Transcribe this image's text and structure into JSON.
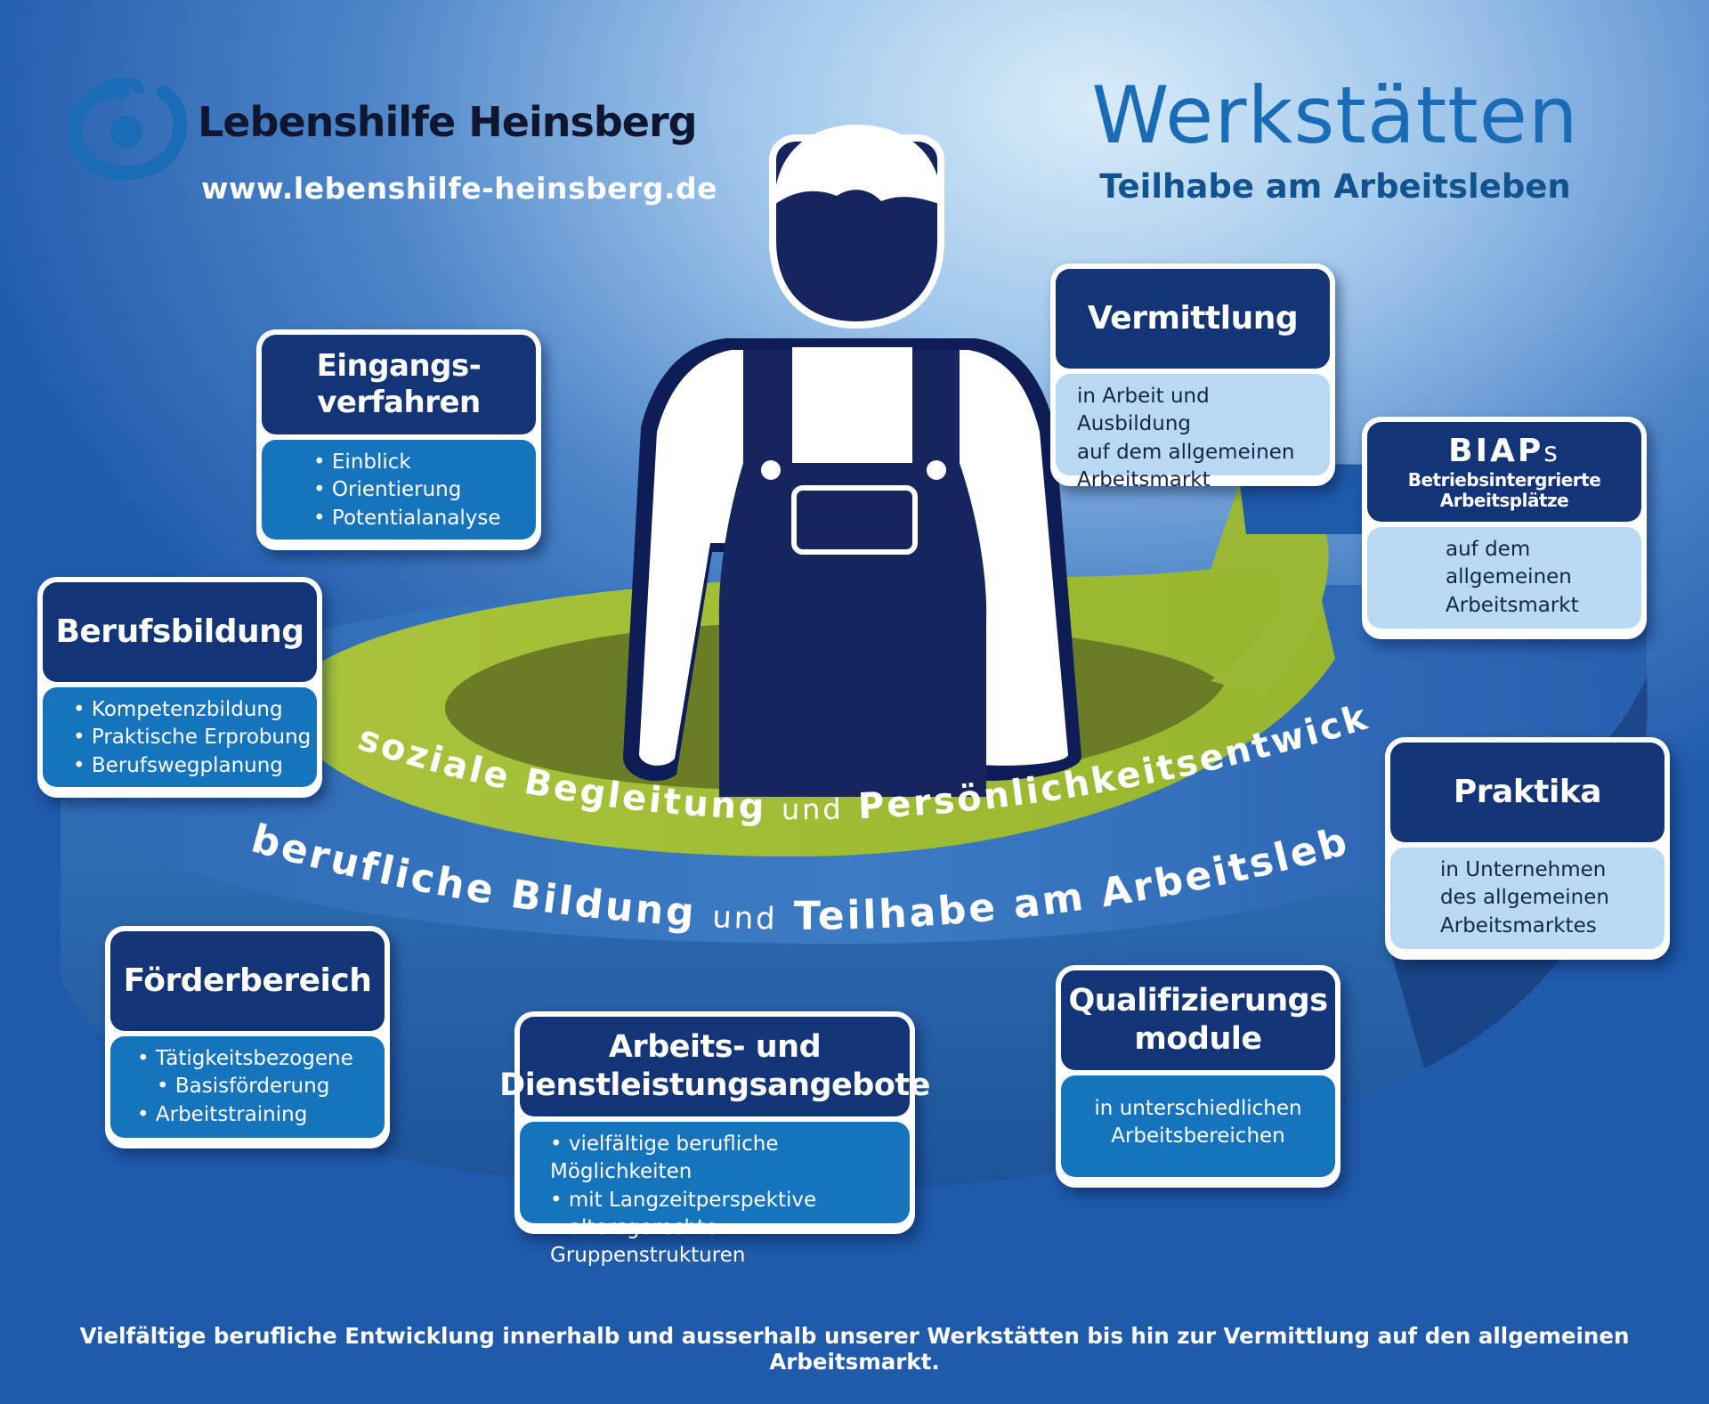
{
  "brand": {
    "name": "Lebenshilfe Heinsberg",
    "url": "www.lebenshilfe-heinsberg.de",
    "logo_icon": "lebenshilfe-logo-icon"
  },
  "header": {
    "title": "Werkstätten",
    "subtitle": "Teilhabe am Arbeitsleben"
  },
  "figure": {
    "icon": "worker-in-overalls-icon"
  },
  "rings": {
    "inner": {
      "part1": "soziale Begleitung",
      "conjunction": "und",
      "part2": "Persönlichkeitsentwicklung"
    },
    "outer": {
      "part1": "berufliche Bildung",
      "conjunction": "und",
      "part2": "Teilhabe am Arbeitsleben"
    }
  },
  "cards": {
    "eingangsverfahren": {
      "title_lines": [
        "Eingangs-",
        "verfahren"
      ],
      "items": [
        "Einblick",
        "Orientierung",
        "Potentialanalyse"
      ]
    },
    "berufsbildung": {
      "title": "Berufsbildung",
      "items": [
        "Kompetenzbildung",
        "Praktische Erprobung",
        "Berufswegplanung"
      ]
    },
    "foerderbereich": {
      "title": "Förderbereich",
      "items": [
        "Tätigkeitsbezogene",
        "Basisförderung",
        "Arbeitstraining"
      ]
    },
    "arbeitsangebote": {
      "title_lines": [
        "Arbeits- und",
        "Dienstleistungsangebote"
      ],
      "items": [
        "vielfältige berufliche Möglichkeiten",
        "mit Langzeitperspektive",
        "altersgerechte Gruppenstrukturen"
      ]
    },
    "qualifizierung": {
      "title_lines": [
        "Qualifizierungs",
        "module"
      ],
      "lines": [
        "in unterschiedlichen",
        "Arbeitsbereichen"
      ]
    },
    "praktika": {
      "title": "Praktika",
      "lines": [
        "in Unternehmen",
        "des allgemeinen",
        "Arbeitsmarktes"
      ]
    },
    "biaps": {
      "title_main": "BIAP",
      "title_suffix": "s",
      "subtitle_lines": [
        "Betriebsintergrierte",
        "Arbeitsplätze"
      ],
      "lines": [
        "auf dem",
        "allgemeinen",
        "Arbeitsmarkt"
      ]
    },
    "vermittlung": {
      "title": "Vermittlung",
      "lines": [
        "in Arbeit und Ausbildung",
        "auf dem allgemeinen",
        "Arbeitsmarkt"
      ]
    }
  },
  "footer": {
    "text": "Vielfältige berufliche Entwicklung innerhalb und ausserhalb unserer Werkstätten bis hin zur Vermittlung auf den allgemeinen Arbeitsmarkt."
  },
  "colors": {
    "navy": "#133578",
    "blue": "#1674bd",
    "light_blue": "#b9d9f2",
    "ring_green": "#a2bd33",
    "ring_blue": "#2a68b4",
    "title_blue": "#1a6cb6"
  }
}
